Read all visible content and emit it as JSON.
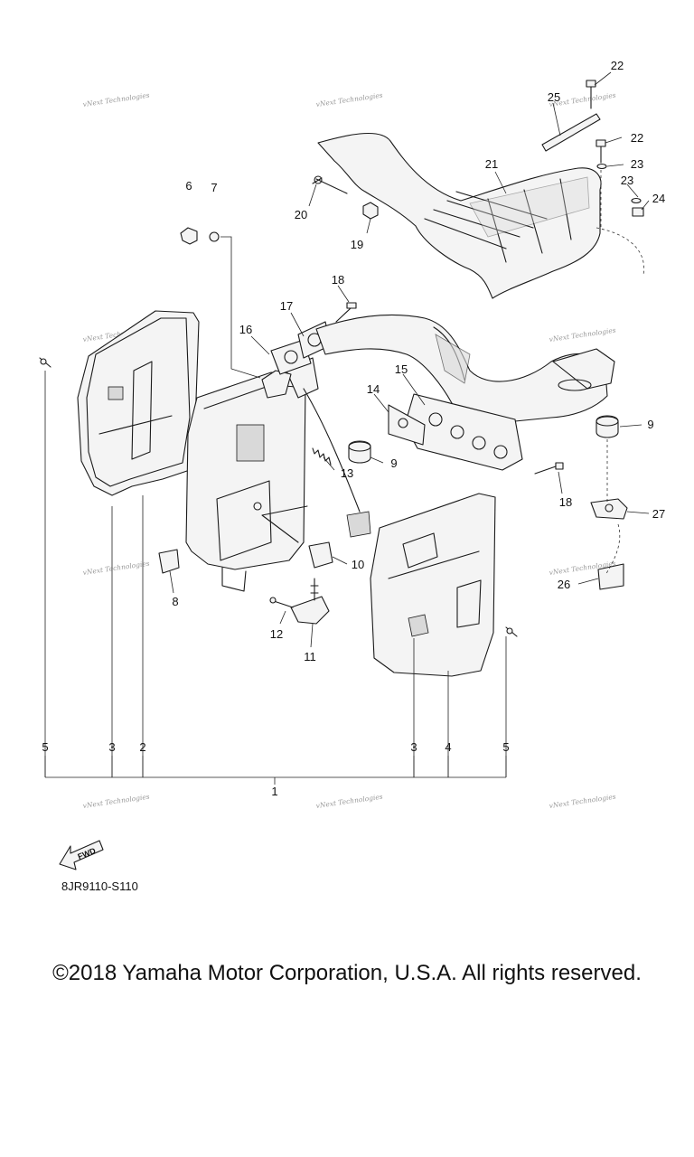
{
  "diagram": {
    "callouts": [
      "22",
      "25",
      "22",
      "23",
      "23",
      "24",
      "21",
      "20",
      "19",
      "6",
      "7",
      "18",
      "17",
      "16",
      "15",
      "14",
      "13",
      "9",
      "9",
      "18",
      "27",
      "8",
      "10",
      "12",
      "11",
      "26",
      "5",
      "3",
      "2",
      "3",
      "4",
      "5",
      "1"
    ],
    "watermark": "vNext Technologies",
    "fwd_label": "FWD",
    "code": "8JR9110-S110"
  },
  "footer": {
    "copyright": "©2018 Yamaha Motor Corporation, U.S.A. All rights reserved."
  }
}
